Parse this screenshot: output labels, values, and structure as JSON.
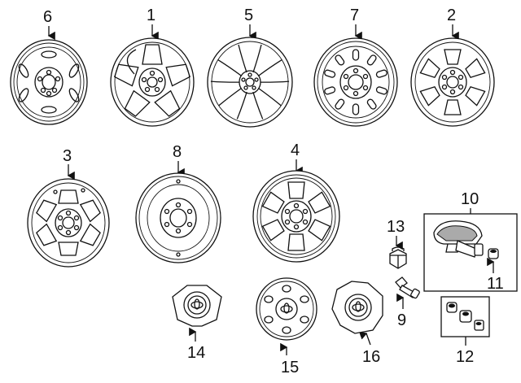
{
  "callouts": {
    "c1": "1",
    "c2": "2",
    "c3": "3",
    "c4": "4",
    "c5": "5",
    "c6": "6",
    "c7": "7",
    "c8": "8",
    "c9": "9",
    "c10": "10",
    "c11": "11",
    "c12": "12",
    "c13": "13",
    "c14": "14",
    "c15": "15",
    "c16": "16"
  },
  "parts": [
    "wheel-steel-6",
    "wheel-alloy-1",
    "wheel-alloy-5",
    "wheel-steel-7",
    "wheel-alloy-2",
    "wheel-alloy-3",
    "wheel-steel-8",
    "wheel-alloy-4",
    "tpms-sensor-10",
    "sensor-nut-11",
    "sensor-kit-12",
    "lug-nut-13",
    "center-cap-14",
    "hub-cap-15",
    "center-cap-16",
    "valve-stem-9"
  ]
}
